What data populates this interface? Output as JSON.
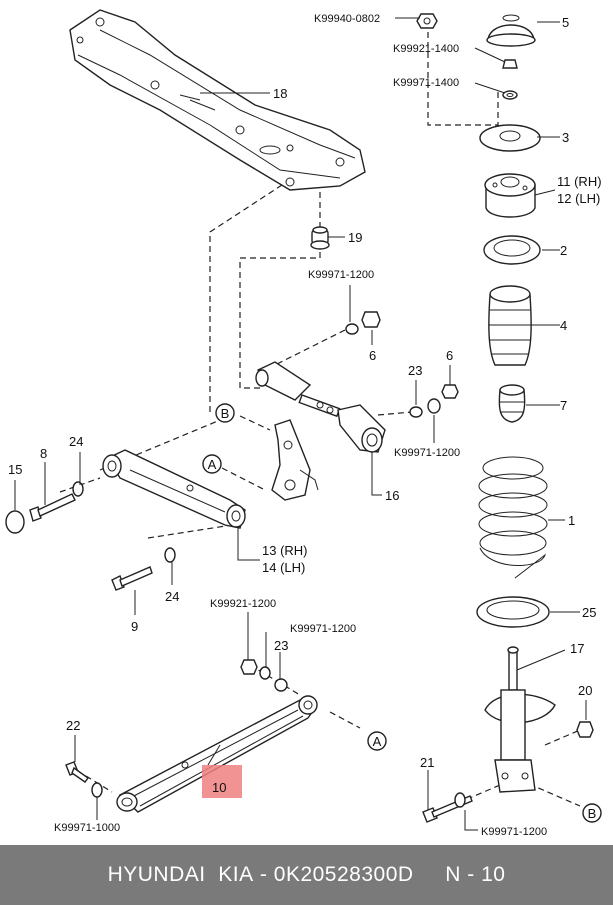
{
  "parts": {
    "p1": "1",
    "p2": "2",
    "p3": "3",
    "p4": "4",
    "p5": "5",
    "p6a": "6",
    "p6b": "6",
    "p7": "7",
    "p8": "8",
    "p9": "9",
    "p10": "10",
    "p11": "11 (RH)",
    "p12": "12 (LH)",
    "p13": "13 (RH)",
    "p14": "14 (LH)",
    "p15": "15",
    "p16": "16",
    "p17": "17",
    "p18": "18",
    "p19": "19",
    "p20": "20",
    "p21": "21",
    "p22": "22",
    "p23a": "23",
    "p23b": "23",
    "p24a": "24",
    "p24b": "24",
    "p25": "25"
  },
  "refs": {
    "k0802": "K99940-0802",
    "k1400a": "K99921-1400",
    "k1400b": "K99971-1400",
    "k1200a": "K99971-1200",
    "k1200b": "K99971-1200",
    "k1200c": "K99921-1200",
    "k1200d": "K99971-1200",
    "k1200e": "K99971-1200",
    "k1000": "K99971-1000"
  },
  "callouts": {
    "a1": "A",
    "a2": "A",
    "b1": "B",
    "b2": "B"
  },
  "highlight": {
    "part_number": "10",
    "color": "#f08080"
  },
  "footer": {
    "brand": "HYUNDAI  KIA",
    "separator": " - ",
    "oem_number": "0K20528300D",
    "page_label": "N - 10"
  }
}
